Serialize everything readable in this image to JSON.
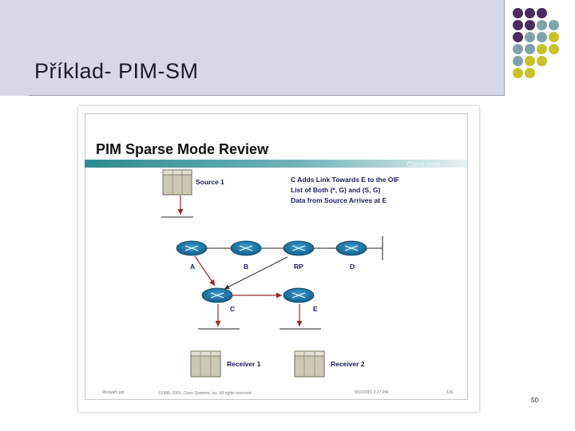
{
  "slide_title": "Příklad- PIM-SM",
  "page_number": "50",
  "decor_colors": {
    "purple": "#4b2a5e",
    "teal": "#7fa3a8",
    "olive": "#c9c128"
  },
  "inner_slide": {
    "title": "PIM Sparse Mode Review",
    "brand": "Cisco.com",
    "note_lines": [
      "C Adds Link Towards E to the OIF",
      "List of Both (*, G) and (S, G)",
      "Data from Source Arrives at E"
    ],
    "hosts": {
      "source": "Source 1",
      "receiver1": "Receiver 1",
      "receiver2": "Receiver 2"
    },
    "routers": {
      "a": "A",
      "b": "B",
      "rp": "RP",
      "d": "D",
      "c": "C",
      "e": "E"
    },
    "footer": {
      "file": "Module5.ppt",
      "copyright": "©1998–2001, Cisco Systems, Inc. All rights reserved.",
      "date": "9/10/2001 2:27 PM",
      "slide_no": "126"
    }
  }
}
